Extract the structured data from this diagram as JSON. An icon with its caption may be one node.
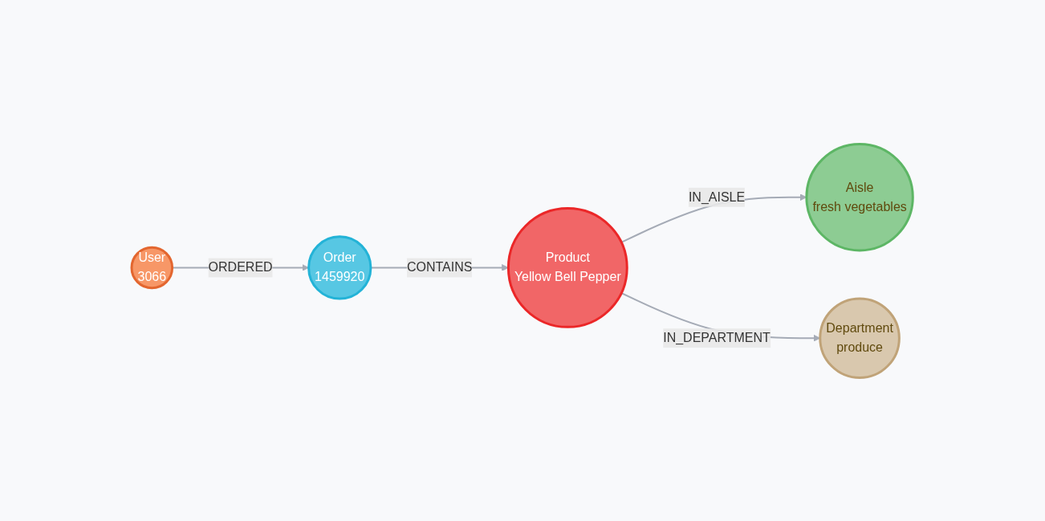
{
  "diagram": {
    "nodes": [
      {
        "text": [
          "User",
          "3066"
        ]
      },
      {
        "text": [
          "Order",
          "1459920"
        ]
      },
      {
        "text": [
          "Product",
          "Yellow Bell Pepper"
        ]
      },
      {
        "text": [
          "Aisle",
          "fresh vegetables"
        ]
      },
      {
        "text": [
          "Department",
          "produce"
        ]
      }
    ],
    "edges": [
      {
        "from": 0,
        "to": 1,
        "label": "ORDERED",
        "arrow": "to"
      },
      {
        "from": 1,
        "to": 2,
        "label": "CONTAINS",
        "arrow": "to"
      },
      {
        "from": 2,
        "to": 3,
        "label": "IN_AISLE",
        "arrow": "to"
      },
      {
        "from": 2,
        "to": 4,
        "label": "IN_DEPARTMENT",
        "arrow": "to"
      }
    ]
  }
}
